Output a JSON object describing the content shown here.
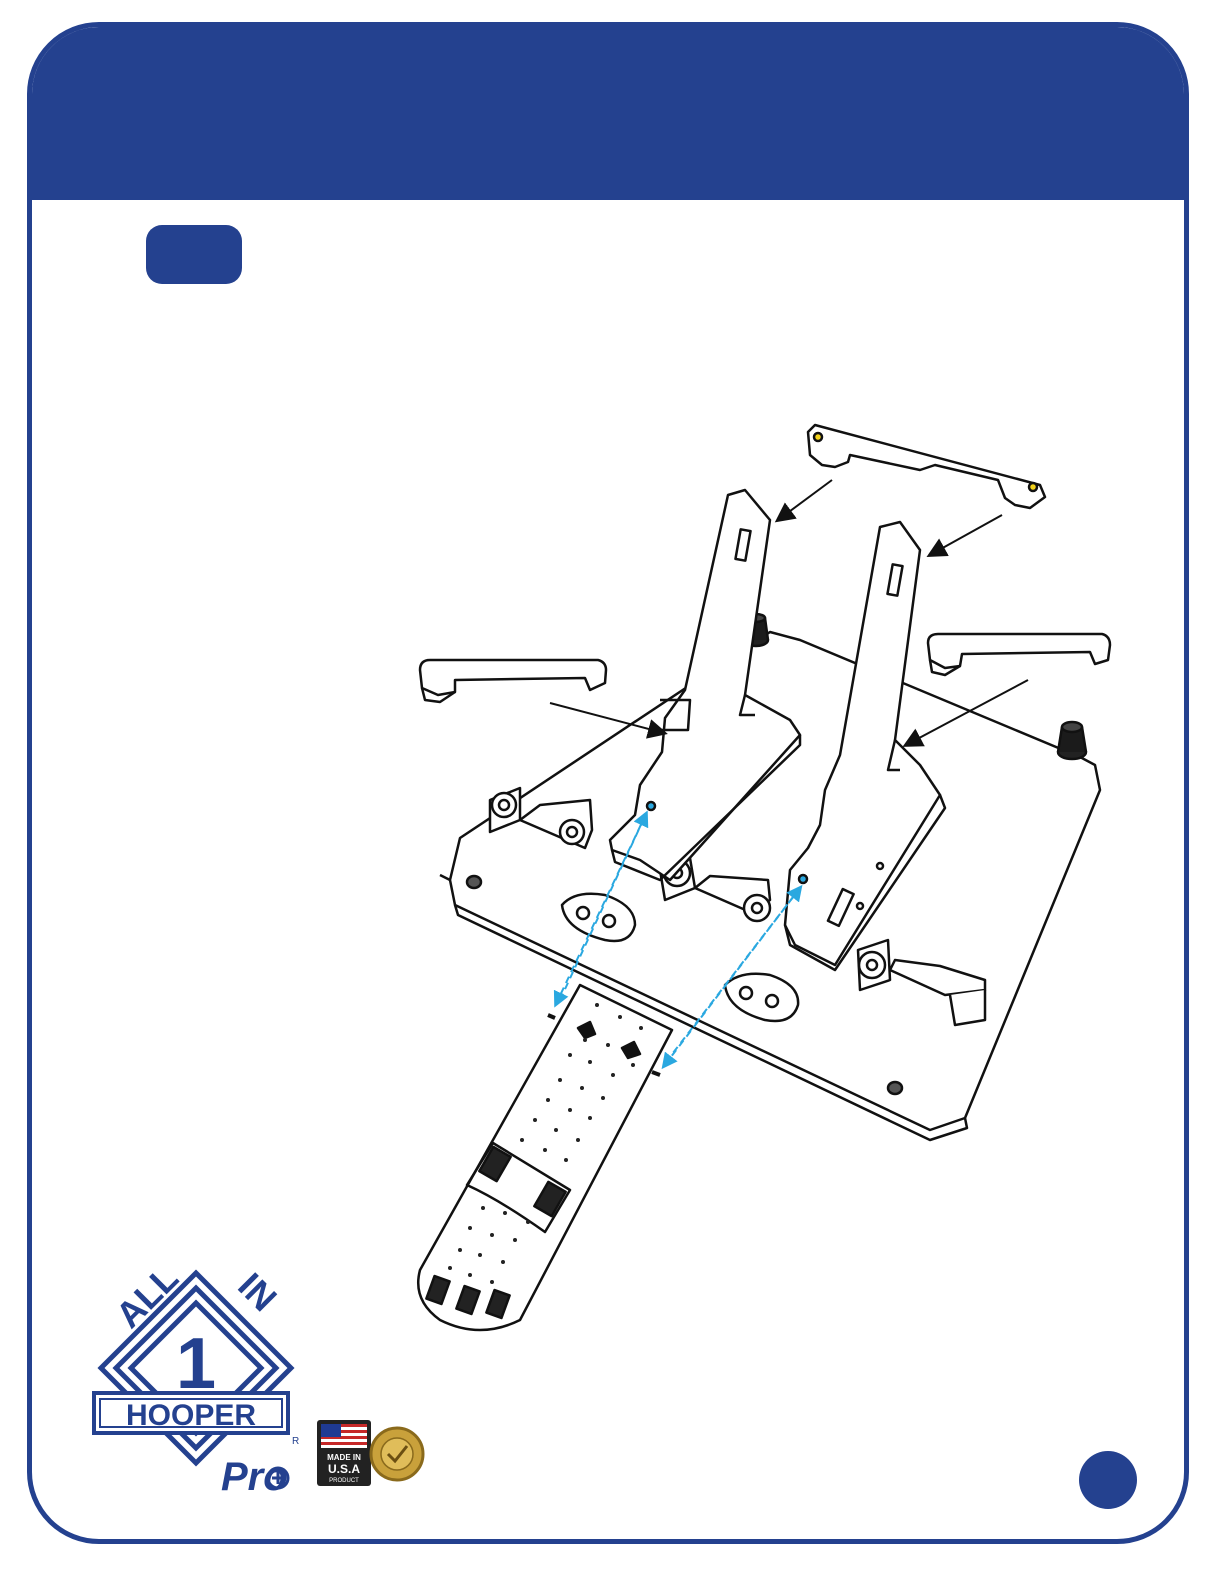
{
  "header": {
    "title": ""
  },
  "step": {
    "number": ""
  },
  "page": {
    "number": ""
  },
  "logo": {
    "word_all": "ALL",
    "word_in": "IN",
    "numeral": "1",
    "brand": "HOOPER",
    "registered": "R",
    "suffix": "Pro"
  },
  "usa_badge": {
    "line1": "MADE IN",
    "line2": "U.S.A",
    "line3": "PRODUCT"
  },
  "colors": {
    "brand_blue": "#24418f",
    "guide_cyan": "#2aa8e0",
    "peg_yellow": "#f2d21c",
    "foot_black": "#1b1b1b"
  }
}
